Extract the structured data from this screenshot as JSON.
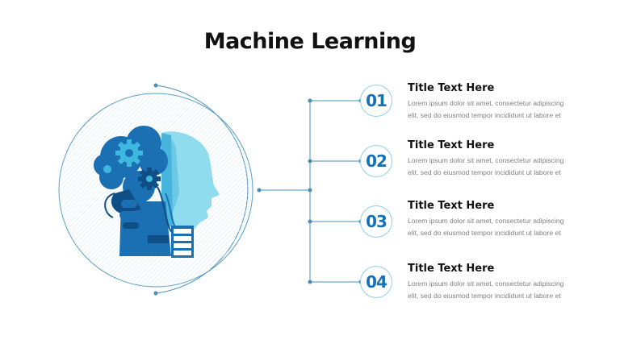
{
  "title": "Machine Learning",
  "colors": {
    "primary": "#1472b8",
    "light": "#7fd3ec",
    "line": "#4a90b8",
    "text": "#111111",
    "muted": "#808080"
  },
  "graphic": {
    "icon": "robot-head-gears-icon"
  },
  "items": [
    {
      "number": "01",
      "title": "Title Text Here",
      "body": "Lorem ipsum dolor sit amet, consectetur adipiscing\nelit, sed do eiusmod  tempor incididunt  ut labore et"
    },
    {
      "number": "02",
      "title": "Title Text Here",
      "body": "Lorem ipsum dolor sit amet, consectetur adipiscing\nelit, sed do eiusmod  tempor incididunt  ut labore et"
    },
    {
      "number": "03",
      "title": "Title Text Here",
      "body": "Lorem ipsum dolor sit amet, consectetur adipiscing\nelit, sed do eiusmod  tempor incididunt  ut labore et"
    },
    {
      "number": "04",
      "title": "Title Text Here",
      "body": "Lorem ipsum dolor sit amet, consectetur adipiscing\nelit, sed do eiusmod  tempor incididunt  ut labore et"
    }
  ]
}
